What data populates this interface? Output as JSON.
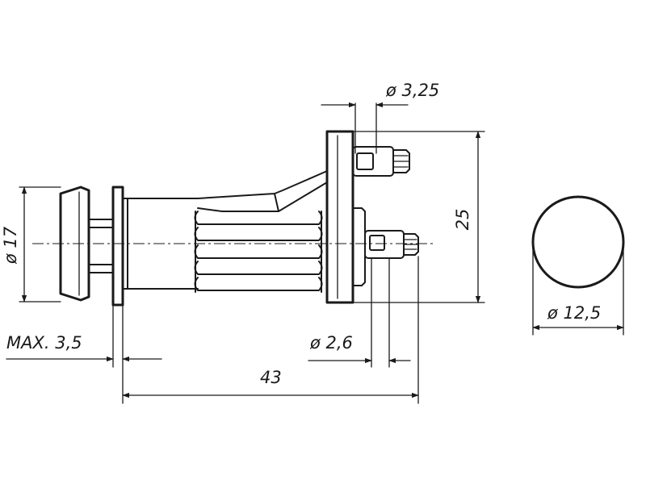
{
  "drawing": {
    "dimensions": {
      "pin_diameter_top": "ø 3,25",
      "flange_height": "25",
      "knob_diameter": "ø 17",
      "panel_thickness": "MAX. 3,5",
      "pin_diameter_bottom": "ø 2,6",
      "overall_length": "43",
      "hole_diameter": "ø 12,5"
    }
  }
}
